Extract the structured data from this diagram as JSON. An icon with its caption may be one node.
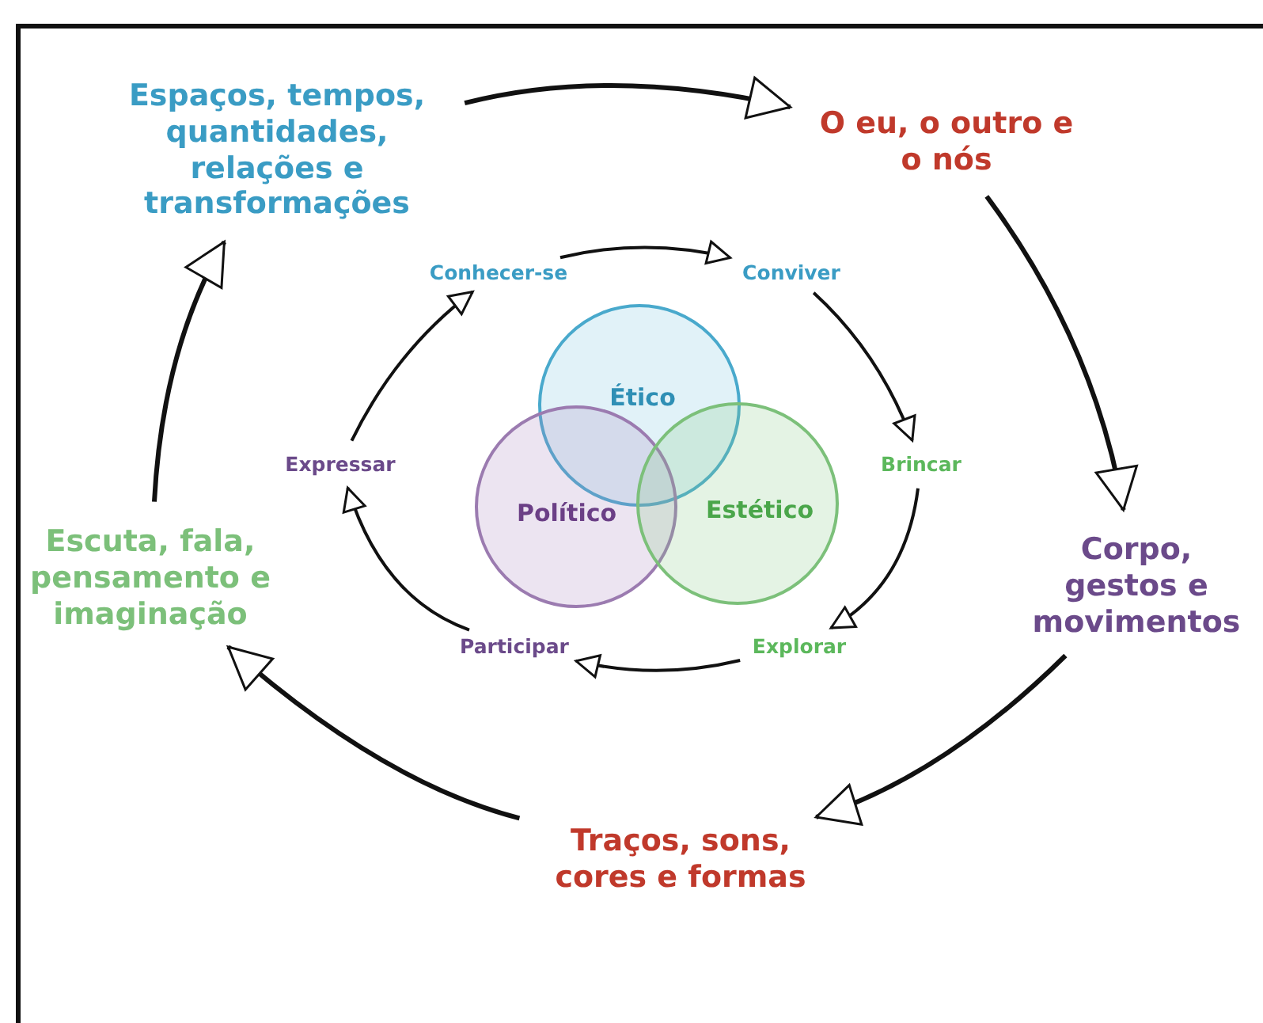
{
  "diagram": {
    "nodes": [
      {
        "text": [
          "Espaços, tempos, quantidades, relações e transformações"
        ]
      },
      {
        "text": [
          "O eu, o outro e o nós"
        ]
      },
      {
        "text": [
          "Corpo, gestos e movimentos"
        ]
      },
      {
        "text": [
          "Traços, sons, cores e formas"
        ]
      },
      {
        "text": [
          "Escuta, fala, pensamento e imaginação"
        ]
      },
      {
        "text": [
          "Conhecer-se"
        ]
      },
      {
        "text": [
          "Conviver"
        ]
      },
      {
        "text": [
          "Brincar"
        ]
      },
      {
        "text": [
          "Explorar"
        ]
      },
      {
        "text": [
          "Participar"
        ]
      },
      {
        "text": [
          "Expressar"
        ]
      },
      {
        "text": [
          "Ético"
        ]
      },
      {
        "text": [
          "Político"
        ]
      },
      {
        "text": [
          "Estético"
        ]
      }
    ],
    "edges": [
      {
        "from": 0,
        "to": 1,
        "arrow": "to"
      },
      {
        "from": 1,
        "to": 2,
        "arrow": "to"
      },
      {
        "from": 2,
        "to": 3,
        "arrow": "to"
      },
      {
        "from": 3,
        "to": 4,
        "arrow": "to"
      },
      {
        "from": 4,
        "to": 0,
        "arrow": "to"
      },
      {
        "from": 5,
        "to": 6,
        "arrow": "to"
      },
      {
        "from": 6,
        "to": 7,
        "arrow": "to"
      },
      {
        "from": 7,
        "to": 8,
        "arrow": "to"
      },
      {
        "from": 8,
        "to": 9,
        "arrow": "to"
      },
      {
        "from": 9,
        "to": 10,
        "arrow": "to"
      },
      {
        "from": 10,
        "to": 5,
        "arrow": "to"
      }
    ]
  }
}
